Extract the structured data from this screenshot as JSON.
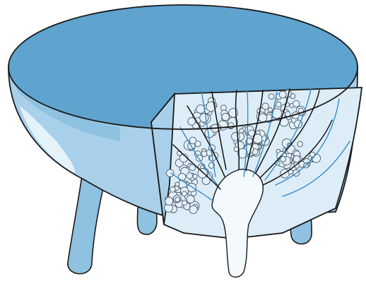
{
  "figure": {
    "colors": {
      "background": "#ffffff",
      "outline": "#1a1a1a",
      "top_surface": "#5fa3cf",
      "body_fill": "#a9d0ea",
      "body_shade": "#8fc1e1",
      "highlight": "#eaf5fc",
      "cutaway_fill": "#dcedf8",
      "lobule_fill": "#e3f0f9",
      "duct_fill": "#f4f9fd",
      "blue_fiber": "#2f86c4",
      "dark_fiber": "#111111"
    },
    "parts": {
      "top_surface": "ellipse",
      "body": "bowl",
      "feet": 4,
      "cutaway_window": "section",
      "lobule_clusters": 5,
      "duct": "tapered"
    }
  }
}
